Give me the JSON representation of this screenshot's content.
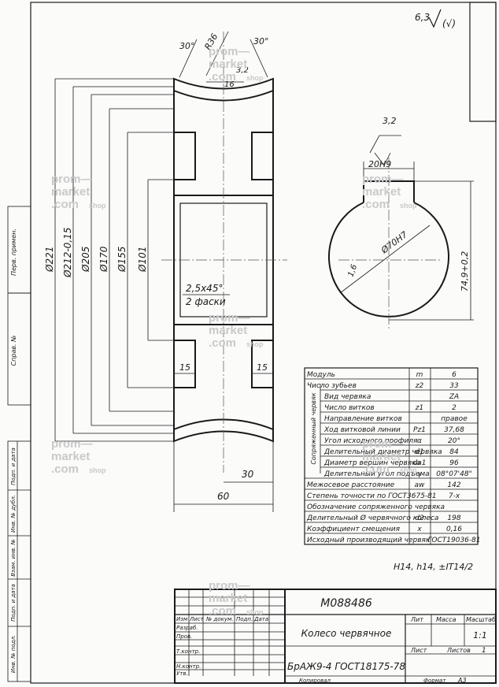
{
  "roughness": {
    "value": "6,3",
    "note": "(√)"
  },
  "part_view": {
    "angle_left": "30°",
    "angle_right": "30°",
    "radius": "R36",
    "roughness_top": "3,2",
    "top_dim": "16",
    "diameters": [
      "Ø221",
      "Ø212-0,15",
      "Ø205",
      "Ø170",
      "Ø155",
      "Ø101"
    ],
    "chamfer": "2,5x45°",
    "chamfer_count": "2 фаски",
    "groove_left": "15",
    "groove_right": "15",
    "width_half": "30",
    "width_total": "60"
  },
  "section_view": {
    "roughness": "3,2",
    "keyway_width": "20H9",
    "bore": "Ø70H7",
    "keyway_depth": "74,9+0,2",
    "small_dim": "1,6"
  },
  "params": [
    {
      "label": "Модуль",
      "sym": "m",
      "val": "6"
    },
    {
      "label": "Число зубьев",
      "sym": "z2",
      "val": "33"
    },
    {
      "label": "Вид червяка",
      "sym": "",
      "val": "ZA"
    },
    {
      "label": "Число витков",
      "sym": "z1",
      "val": "2"
    },
    {
      "label": "Направление витков",
      "sym": "",
      "val": "правое"
    },
    {
      "label": "Ход витковой линии",
      "sym": "Pz1",
      "val": "37,68"
    },
    {
      "label": "Угол исходного профиля",
      "sym": "α",
      "val": "20°"
    },
    {
      "label": "Делительный диаметр червяка",
      "sym": "d1",
      "val": "84"
    },
    {
      "label": "Диаметр вершин червяка",
      "sym": "da1",
      "val": "96"
    },
    {
      "label": "Делительный угол подъема",
      "sym": "γ",
      "val": "08°07'48\""
    },
    {
      "label": "Межосевое расстояние",
      "sym": "aw",
      "val": "142"
    },
    {
      "label": "Степень точности по ГОСТ3675-81",
      "sym": "",
      "val": "7-x"
    },
    {
      "label": "Обозначение сопряженного червяка",
      "sym": "",
      "val": ""
    },
    {
      "label": "Делительный Ø червячного колеса",
      "sym": "d2",
      "val": "198"
    },
    {
      "label": "Коэффициент смещения",
      "sym": "x",
      "val": "0,16"
    },
    {
      "label": "Исходный производящий червяк",
      "sym": "",
      "val": "ГОСТ19036-81"
    }
  ],
  "params_group_label": "Сопряженный червяк",
  "tolerance_note": "H14, h14, ±IT14/2",
  "title_block": {
    "doc_number": "М088486",
    "part_name": "Колесо червячное",
    "material": "БрАЖ9-4 ГОСТ18175-78",
    "lit_label": "Лит",
    "mass_label": "Масса",
    "scale_label": "Масштаб",
    "scale_value": "1:1",
    "sheet_label": "Лист",
    "sheets_label": "Листов",
    "sheets_value": "1",
    "row_labels": [
      "Изм",
      "Лист",
      "№ докум.",
      "Подп.",
      "Дата"
    ],
    "roles": [
      "Разраб.",
      "Пров.",
      "Т.контр.",
      "Н.контр.",
      "Утв."
    ],
    "copied": "Копировал",
    "format_label": "Формат",
    "format_value": "А3"
  },
  "left_margin": [
    "Перв. примен.",
    "Справ. №",
    "Подп. и дата",
    "Инв. № дубл.",
    "Взам. инв. №",
    "Подп. и дата",
    "Инв. № подл."
  ],
  "watermark": {
    "line1": "prom",
    "line2": "market",
    "line3": "com",
    "line4": "shop"
  }
}
